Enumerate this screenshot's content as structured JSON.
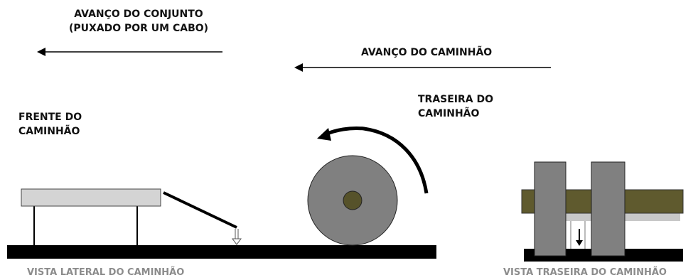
{
  "labels": {
    "assembly_advance_line1": "AVANÇO DO CONJUNTO",
    "assembly_advance_line2": "(PUXADO POR UM CABO)",
    "truck_advance": "AVANÇO DO CAMINHÃO",
    "truck_rear_line1": "TRASEIRA DO",
    "truck_rear_line2": "CAMINHÃO",
    "truck_front_line1": "FRENTE DO",
    "truck_front_line2": "CAMINHÃO"
  },
  "captions": {
    "side_view": "VISTA LATERAL DO CAMINHÃO",
    "rear_view": "VISTA TRASEIRA DO CAMINHÃO"
  },
  "colors": {
    "ground": "#000000",
    "frame": "#d4d4d4",
    "wheel": "#808080",
    "hub": "#56522a",
    "axle": "#5f5a2e",
    "caption": "#8c8c8c"
  }
}
